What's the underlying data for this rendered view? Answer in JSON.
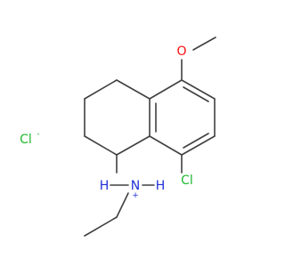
{
  "molecule": {
    "atoms": {
      "oxygen": "O",
      "chloride_ion": "Cl",
      "chloride_ion_charge": "-",
      "ring_chlorine": "Cl",
      "amine_h_left": "H",
      "amine_n": "N",
      "amine_h_right": "H",
      "amine_charge": "+"
    },
    "colors": {
      "bond": "#404040",
      "oxygen": "#ff0d0d",
      "chlorine": "#1fb830",
      "nitrogen": "#2030d8",
      "hydrogen": "#2030d8"
    }
  }
}
